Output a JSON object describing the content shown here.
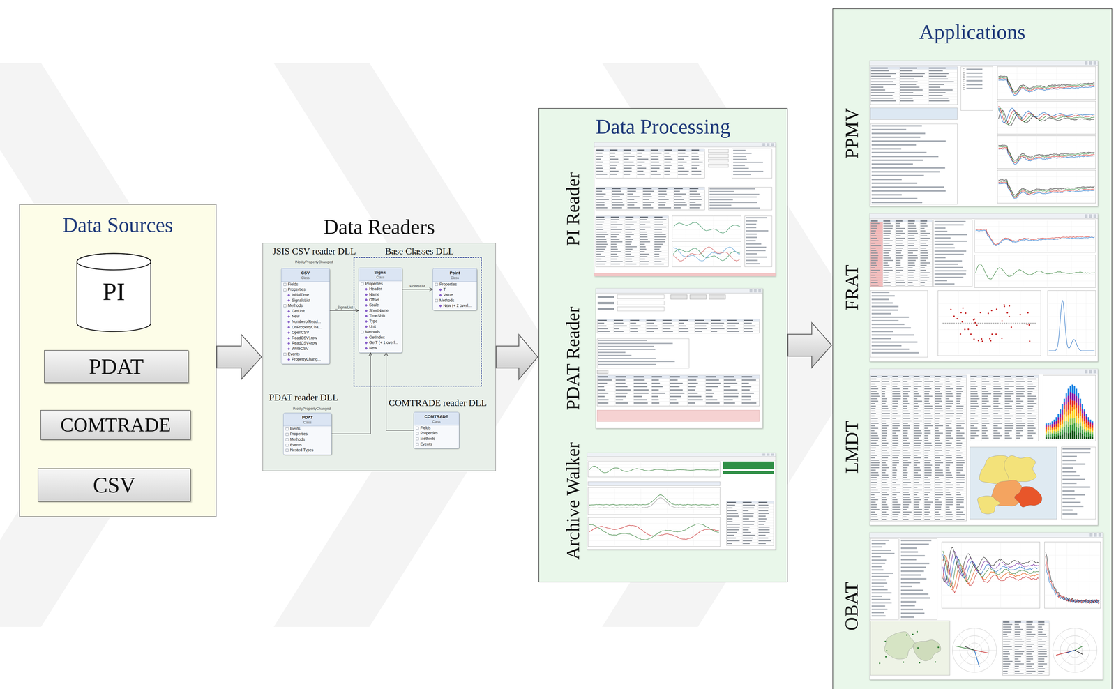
{
  "diagram": {
    "nodes": [
      {
        "text": [
          "Data Sources"
        ]
      },
      {
        "text": [
          "PI"
        ],
        "in": 0
      },
      {
        "text": [
          "PDAT"
        ],
        "in": 0
      },
      {
        "text": [
          "COMTRADE"
        ],
        "in": 0
      },
      {
        "text": [
          "CSV"
        ],
        "in": 0
      },
      {
        "text": [
          "Data Readers"
        ]
      },
      {
        "text": [
          "CSV",
          "Class",
          "Fields",
          "Properties",
          "InitialTime",
          "SignalsList",
          "Methods",
          "GetUnit",
          "New",
          "NumberofRead...",
          "OnPropertyCha...",
          "OpenCSV",
          "ReadCSV1row",
          "ReadCSV4row",
          "WriteCSV",
          "Events",
          "PropertyChang..."
        ],
        "in": 5
      },
      {
        "text": [
          "Base Classes DLL"
        ],
        "in": 5
      },
      {
        "text": [
          "Signal",
          "Class",
          "Properties",
          "Header",
          "Name",
          "Offset",
          "Scale",
          "ShortName",
          "TimeShift",
          "Type",
          "Unit",
          "Methods",
          "GetIndex",
          "GetT (+ 1 overl...",
          "New"
        ],
        "in": 7
      },
      {
        "text": [
          "Point",
          "Class",
          "Properties",
          "T",
          "Value",
          "Methods",
          "New (+ 2 overl..."
        ],
        "in": 7
      },
      {
        "text": [
          "PDAT",
          "Class",
          "Fields",
          "Properties",
          "Methods",
          "Events",
          "Nested Types"
        ],
        "in": 5
      },
      {
        "text": [
          "COMTRADE",
          "Class",
          "Fields",
          "Properties",
          "Methods",
          "Events"
        ],
        "in": 5
      },
      {
        "text": [
          "Data Processing"
        ]
      },
      {
        "text": [
          "PI Reader"
        ],
        "in": 12
      },
      {
        "text": [
          "PDAT Reader"
        ],
        "in": 12
      },
      {
        "text": [
          "Archive Walker"
        ],
        "in": 12
      },
      {
        "text": [
          "Applications"
        ]
      },
      {
        "text": [
          "PPMV"
        ],
        "in": 16
      },
      {
        "text": [
          "FRAT"
        ],
        "in": 16
      },
      {
        "text": [
          "LMDT"
        ],
        "in": 16
      },
      {
        "text": [
          "OBAT"
        ],
        "in": 16
      }
    ],
    "edges": [
      {
        "from": 0,
        "to": 5,
        "arrow": "to"
      },
      {
        "from": 5,
        "to": 12,
        "arrow": "to"
      },
      {
        "from": 12,
        "to": 16,
        "arrow": "to"
      },
      {
        "from": 6,
        "to": 8,
        "arrow": "to",
        "label": "_SignalList"
      },
      {
        "from": 8,
        "to": 9,
        "arrow": "to",
        "label": "PointsList"
      },
      {
        "from": 10,
        "to": 8,
        "arrow": "to"
      },
      {
        "from": 11,
        "to": 8,
        "arrow": "to"
      }
    ],
    "labels": [
      "JSIS CSV reader DLL",
      "INotifyPropertyChanged",
      "PDAT reader DLL",
      "INotifyPropertyChanged",
      "COMTRADE reader DLL"
    ]
  }
}
